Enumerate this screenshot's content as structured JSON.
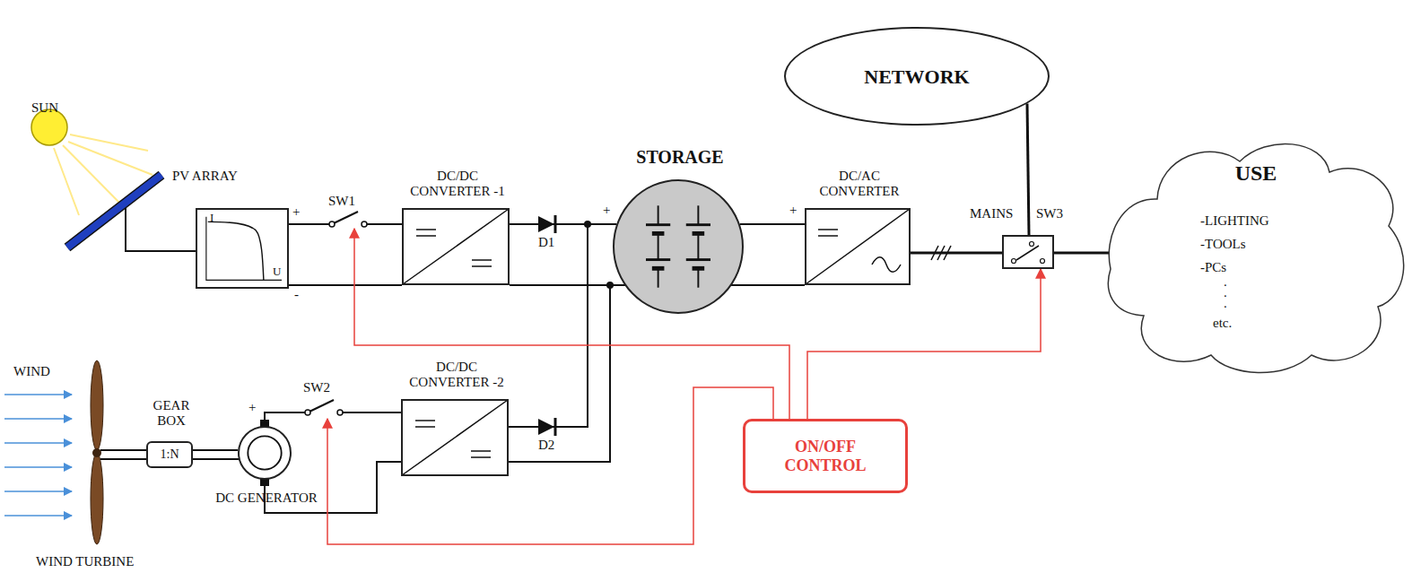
{
  "diagram": {
    "nodes": [
      {
        "text": [
          "NETWORK"
        ]
      },
      {
        "text": [
          "USE",
          "-LIGHTING",
          "-TOOLs",
          "-PCs",
          ".",
          ".",
          ".",
          "etc."
        ]
      },
      {
        "text": [
          "DC/DC CONVERTER -1"
        ]
      },
      {
        "text": [
          "DC/DC CONVERTER -2"
        ]
      },
      {
        "text": [
          "DC/AC CONVERTER"
        ]
      },
      {
        "text": [
          "STORAGE"
        ]
      },
      {
        "text": [
          "ON/OFF CONTROL"
        ]
      },
      {
        "text": [
          "PV ARRAY",
          "I",
          "U"
        ]
      },
      {
        "text": [
          "MAINS",
          "SW3"
        ]
      },
      {
        "text": [
          "GEAR BOX",
          "1:N"
        ]
      },
      {
        "text": [
          "DC GENERATOR"
        ]
      }
    ],
    "edges": [
      {
        "from": 7,
        "to": 2,
        "arrow": "none"
      },
      {
        "from": 2,
        "to": 5,
        "arrow": "none"
      },
      {
        "from": 3,
        "to": 5,
        "arrow": "none"
      },
      {
        "from": 5,
        "to": 4,
        "arrow": "none"
      },
      {
        "from": 4,
        "to": 8,
        "arrow": "none"
      },
      {
        "from": 0,
        "to": 8,
        "arrow": "none"
      },
      {
        "from": 8,
        "to": 1,
        "arrow": "none"
      },
      {
        "from": 9,
        "to": 10,
        "arrow": "none"
      },
      {
        "from": 10,
        "to": 3,
        "arrow": "none"
      },
      {
        "from": 6,
        "to": 8,
        "arrow": "to"
      }
    ],
    "labels": [
      "SUN",
      "+",
      "-",
      "SW1",
      "D1",
      "+",
      "+",
      "D2",
      "SW2",
      "+",
      "WIND",
      "WIND TURBINE"
    ]
  }
}
